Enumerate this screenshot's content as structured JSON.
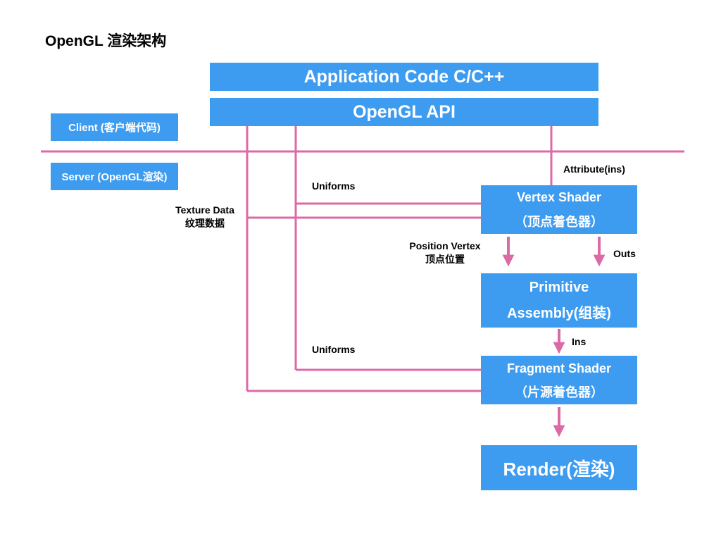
{
  "title": "OpenGL 渲染架构",
  "boxes": {
    "app_code": "Application Code C/C++",
    "opengl_api": "OpenGL API",
    "client": "Client (客户端代码)",
    "server": "Server (OpenGL渲染)",
    "vertex_shader": {
      "line1": "Vertex Shader",
      "line2": "（顶点着色器）"
    },
    "primitive_assembly": {
      "line1": "Primitive",
      "line2": "Assembly(组装)"
    },
    "fragment_shader": {
      "line1": "Fragment Shader",
      "line2": "（片源着色器）"
    },
    "render": "Render(渲染)"
  },
  "labels": {
    "attribute": "Attribute(ins)",
    "uniforms_top": "Uniforms",
    "uniforms_bottom": "Uniforms",
    "texture_data": {
      "line1": "Texture Data",
      "line2": "纹理数据"
    },
    "position_vertex": {
      "line1": "Position Vertex",
      "line2": "顶点位置"
    },
    "outs": "Outs",
    "ins": "Ins"
  },
  "colors": {
    "box": "#3d9bf0",
    "line": "#dc6aa6",
    "text_on_box": "#ffffff"
  }
}
